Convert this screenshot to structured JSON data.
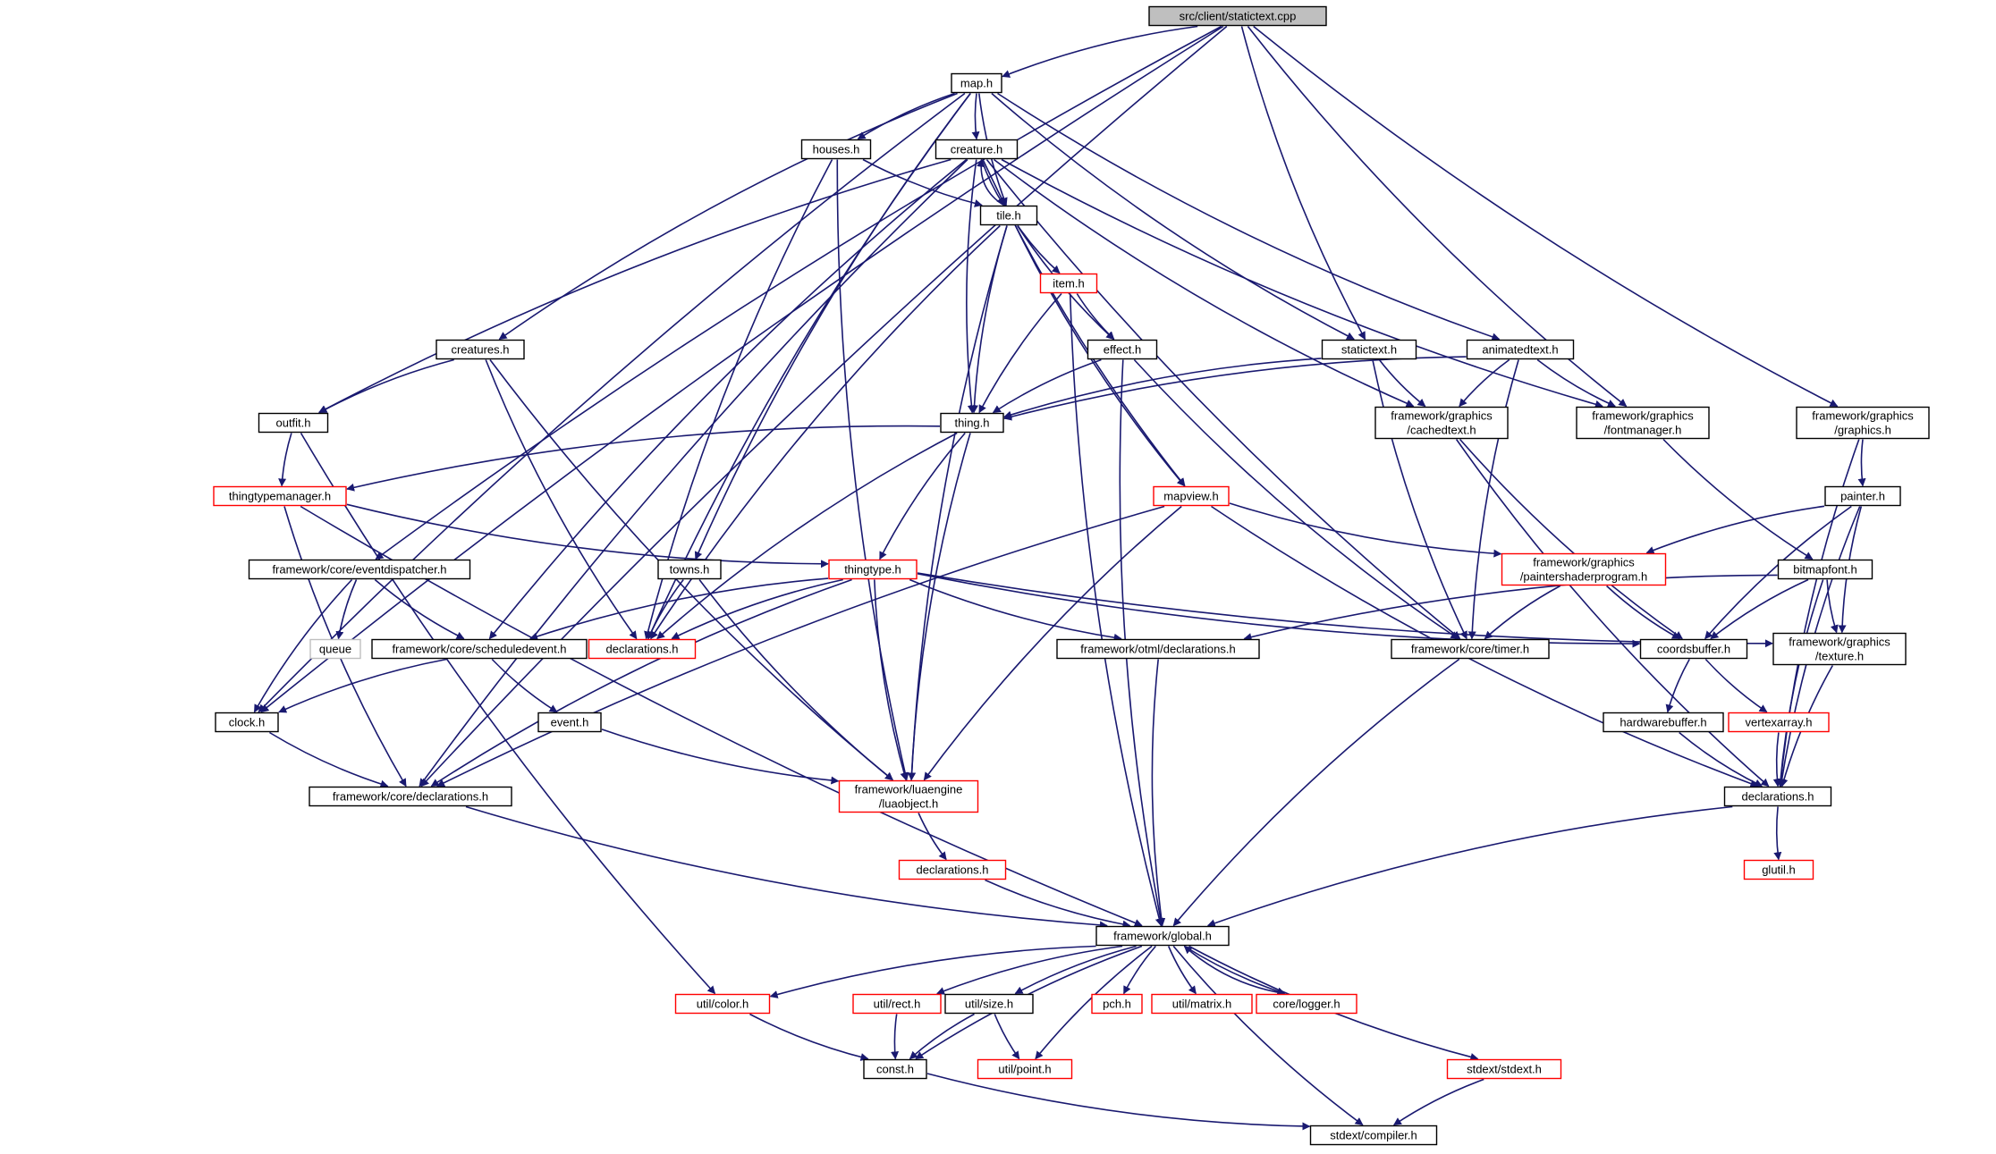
{
  "colors": {
    "edge": "#191970",
    "red_border": "#ff0000",
    "grey_border": "#bfbfbf",
    "root_fill": "#bfbfbf"
  },
  "nodes": [
    {
      "id": "root",
      "lines": [
        "src/client/statictext.cpp"
      ],
      "style": "root"
    },
    {
      "id": "map",
      "lines": [
        "map.h"
      ],
      "style": "black"
    },
    {
      "id": "houses",
      "lines": [
        "houses.h"
      ],
      "style": "black"
    },
    {
      "id": "creature",
      "lines": [
        "creature.h"
      ],
      "style": "black"
    },
    {
      "id": "tile",
      "lines": [
        "tile.h"
      ],
      "style": "black"
    },
    {
      "id": "item",
      "lines": [
        "item.h"
      ],
      "style": "red"
    },
    {
      "id": "creatures",
      "lines": [
        "creatures.h"
      ],
      "style": "black"
    },
    {
      "id": "effect",
      "lines": [
        "effect.h"
      ],
      "style": "black"
    },
    {
      "id": "statictext",
      "lines": [
        "statictext.h"
      ],
      "style": "black"
    },
    {
      "id": "animatedtext",
      "lines": [
        "animatedtext.h"
      ],
      "style": "black"
    },
    {
      "id": "outfit",
      "lines": [
        "outfit.h"
      ],
      "style": "black"
    },
    {
      "id": "thing",
      "lines": [
        "thing.h"
      ],
      "style": "black"
    },
    {
      "id": "cachedtext",
      "lines": [
        "framework/graphics",
        "/cachedtext.h"
      ],
      "style": "black"
    },
    {
      "id": "fontmanager",
      "lines": [
        "framework/graphics",
        "/fontmanager.h"
      ],
      "style": "black"
    },
    {
      "id": "graphics",
      "lines": [
        "framework/graphics",
        "/graphics.h"
      ],
      "style": "black"
    },
    {
      "id": "thingtypemanager",
      "lines": [
        "thingtypemanager.h"
      ],
      "style": "red"
    },
    {
      "id": "mapview",
      "lines": [
        "mapview.h"
      ],
      "style": "red"
    },
    {
      "id": "painter",
      "lines": [
        "painter.h"
      ],
      "style": "black"
    },
    {
      "id": "eventdispatcher",
      "lines": [
        "framework/core/eventdispatcher.h"
      ],
      "style": "black"
    },
    {
      "id": "towns",
      "lines": [
        "towns.h"
      ],
      "style": "black"
    },
    {
      "id": "thingtype",
      "lines": [
        "thingtype.h"
      ],
      "style": "red"
    },
    {
      "id": "paintershader",
      "lines": [
        "framework/graphics",
        "/paintershaderprogram.h"
      ],
      "style": "red"
    },
    {
      "id": "bitmapfont",
      "lines": [
        "bitmapfont.h"
      ],
      "style": "black"
    },
    {
      "id": "queue",
      "lines": [
        "queue"
      ],
      "style": "grey"
    },
    {
      "id": "scheduledevent",
      "lines": [
        "framework/core/scheduledevent.h"
      ],
      "style": "black"
    },
    {
      "id": "declarations_red",
      "lines": [
        "declarations.h"
      ],
      "style": "red"
    },
    {
      "id": "otmldecl",
      "lines": [
        "framework/otml/declarations.h"
      ],
      "style": "black"
    },
    {
      "id": "timer",
      "lines": [
        "framework/core/timer.h"
      ],
      "style": "black"
    },
    {
      "id": "coordsbuffer",
      "lines": [
        "coordsbuffer.h"
      ],
      "style": "black"
    },
    {
      "id": "texture",
      "lines": [
        "framework/graphics",
        "/texture.h"
      ],
      "style": "black"
    },
    {
      "id": "clock",
      "lines": [
        "clock.h"
      ],
      "style": "black"
    },
    {
      "id": "event",
      "lines": [
        "event.h"
      ],
      "style": "black"
    },
    {
      "id": "hardwarebuffer",
      "lines": [
        "hardwarebuffer.h"
      ],
      "style": "black"
    },
    {
      "id": "vertexarray",
      "lines": [
        "vertexarray.h"
      ],
      "style": "red"
    },
    {
      "id": "coredecl",
      "lines": [
        "framework/core/declarations.h"
      ],
      "style": "black"
    },
    {
      "id": "luaobject",
      "lines": [
        "framework/luaengine",
        "/luaobject.h"
      ],
      "style": "red"
    },
    {
      "id": "gfxdecl",
      "lines": [
        "declarations.h"
      ],
      "style": "black"
    },
    {
      "id": "luadecl",
      "lines": [
        "declarations.h"
      ],
      "style": "red"
    },
    {
      "id": "glutil",
      "lines": [
        "glutil.h"
      ],
      "style": "red"
    },
    {
      "id": "global",
      "lines": [
        "framework/global.h"
      ],
      "style": "black"
    },
    {
      "id": "color",
      "lines": [
        "util/color.h"
      ],
      "style": "red"
    },
    {
      "id": "rect",
      "lines": [
        "util/rect.h"
      ],
      "style": "red"
    },
    {
      "id": "size",
      "lines": [
        "util/size.h"
      ],
      "style": "black"
    },
    {
      "id": "pch",
      "lines": [
        "pch.h"
      ],
      "style": "red"
    },
    {
      "id": "matrix",
      "lines": [
        "util/matrix.h"
      ],
      "style": "red"
    },
    {
      "id": "logger",
      "lines": [
        "core/logger.h"
      ],
      "style": "red"
    },
    {
      "id": "const",
      "lines": [
        "const.h"
      ],
      "style": "black"
    },
    {
      "id": "point",
      "lines": [
        "util/point.h"
      ],
      "style": "red"
    },
    {
      "id": "stdext",
      "lines": [
        "stdext/stdext.h"
      ],
      "style": "red"
    },
    {
      "id": "compiler",
      "lines": [
        "stdext/compiler.h"
      ],
      "style": "black"
    }
  ],
  "edges": [
    [
      "root",
      "map"
    ],
    [
      "root",
      "statictext"
    ],
    [
      "root",
      "fontmanager"
    ],
    [
      "root",
      "graphics"
    ],
    [
      "root",
      "clock"
    ],
    [
      "root",
      "eventdispatcher"
    ],
    [
      "root",
      "coredecl"
    ],
    [
      "map",
      "houses"
    ],
    [
      "map",
      "creature"
    ],
    [
      "map",
      "tile"
    ],
    [
      "map",
      "creatures"
    ],
    [
      "map",
      "towns"
    ],
    [
      "map",
      "statictext"
    ],
    [
      "map",
      "animatedtext"
    ],
    [
      "map",
      "clock"
    ],
    [
      "map",
      "declarations_red"
    ],
    [
      "houses",
      "tile"
    ],
    [
      "houses",
      "luaobject"
    ],
    [
      "houses",
      "declarations_red"
    ],
    [
      "creature",
      "tile"
    ],
    [
      "creature",
      "thing"
    ],
    [
      "creature",
      "outfit"
    ],
    [
      "creature",
      "mapview"
    ],
    [
      "creature",
      "cachedtext"
    ],
    [
      "creature",
      "fontmanager"
    ],
    [
      "creature",
      "scheduledevent"
    ],
    [
      "creature",
      "timer"
    ],
    [
      "creature",
      "coredecl"
    ],
    [
      "tile",
      "creature"
    ],
    [
      "tile",
      "item"
    ],
    [
      "tile",
      "effect"
    ],
    [
      "tile",
      "thing"
    ],
    [
      "tile",
      "mapview"
    ],
    [
      "tile",
      "luaobject"
    ],
    [
      "tile",
      "declarations_red"
    ],
    [
      "item",
      "thing"
    ],
    [
      "item",
      "effect"
    ],
    [
      "item",
      "global"
    ],
    [
      "creatures",
      "outfit"
    ],
    [
      "creatures",
      "declarations_red"
    ],
    [
      "creatures",
      "luaobject"
    ],
    [
      "effect",
      "thing"
    ],
    [
      "effect",
      "timer"
    ],
    [
      "effect",
      "global"
    ],
    [
      "statictext",
      "thing"
    ],
    [
      "statictext",
      "cachedtext"
    ],
    [
      "statictext",
      "timer"
    ],
    [
      "animatedtext",
      "thing"
    ],
    [
      "animatedtext",
      "cachedtext"
    ],
    [
      "animatedtext",
      "fontmanager"
    ],
    [
      "animatedtext",
      "timer"
    ],
    [
      "outfit",
      "thingtypemanager"
    ],
    [
      "outfit",
      "color"
    ],
    [
      "thing",
      "thingtypemanager"
    ],
    [
      "thing",
      "thingtype"
    ],
    [
      "thing",
      "luaobject"
    ],
    [
      "thing",
      "declarations_red"
    ],
    [
      "cachedtext",
      "coordsbuffer"
    ],
    [
      "cachedtext",
      "gfxdecl"
    ],
    [
      "fontmanager",
      "bitmapfont"
    ],
    [
      "graphics",
      "painter"
    ],
    [
      "graphics",
      "gfxdecl"
    ],
    [
      "thingtypemanager",
      "thingtype"
    ],
    [
      "thingtypemanager",
      "coredecl"
    ],
    [
      "thingtypemanager",
      "global"
    ],
    [
      "mapview",
      "paintershader"
    ],
    [
      "mapview",
      "luaobject"
    ],
    [
      "mapview",
      "coredecl"
    ],
    [
      "mapview",
      "gfxdecl"
    ],
    [
      "painter",
      "paintershader"
    ],
    [
      "painter",
      "coordsbuffer"
    ],
    [
      "painter",
      "texture"
    ],
    [
      "painter",
      "gfxdecl"
    ],
    [
      "eventdispatcher",
      "queue"
    ],
    [
      "eventdispatcher",
      "scheduledevent"
    ],
    [
      "eventdispatcher",
      "clock"
    ],
    [
      "towns",
      "declarations_red"
    ],
    [
      "towns",
      "luaobject"
    ],
    [
      "thingtype",
      "declarations_red"
    ],
    [
      "thingtype",
      "scheduledevent"
    ],
    [
      "thingtype",
      "otmldecl"
    ],
    [
      "thingtype",
      "coordsbuffer"
    ],
    [
      "thingtype",
      "texture"
    ],
    [
      "thingtype",
      "luaobject"
    ],
    [
      "thingtype",
      "coredecl"
    ],
    [
      "paintershader",
      "coordsbuffer"
    ],
    [
      "paintershader",
      "timer"
    ],
    [
      "bitmapfont",
      "coordsbuffer"
    ],
    [
      "bitmapfont",
      "texture"
    ],
    [
      "bitmapfont",
      "otmldecl"
    ],
    [
      "bitmapfont",
      "gfxdecl"
    ],
    [
      "scheduledevent",
      "clock"
    ],
    [
      "scheduledevent",
      "event"
    ],
    [
      "otmldecl",
      "global"
    ],
    [
      "timer",
      "global"
    ],
    [
      "coordsbuffer",
      "hardwarebuffer"
    ],
    [
      "coordsbuffer",
      "vertexarray"
    ],
    [
      "texture",
      "gfxdecl"
    ],
    [
      "clock",
      "coredecl"
    ],
    [
      "event",
      "luaobject"
    ],
    [
      "hardwarebuffer",
      "gfxdecl"
    ],
    [
      "vertexarray",
      "gfxdecl"
    ],
    [
      "coredecl",
      "global"
    ],
    [
      "luaobject",
      "luadecl"
    ],
    [
      "gfxdecl",
      "glutil"
    ],
    [
      "gfxdecl",
      "global"
    ],
    [
      "luadecl",
      "global"
    ],
    [
      "global",
      "color"
    ],
    [
      "global",
      "rect"
    ],
    [
      "global",
      "size"
    ],
    [
      "global",
      "pch"
    ],
    [
      "global",
      "matrix"
    ],
    [
      "global",
      "logger"
    ],
    [
      "global",
      "const"
    ],
    [
      "global",
      "point"
    ],
    [
      "global",
      "stdext"
    ],
    [
      "global",
      "compiler"
    ],
    [
      "logger",
      "global"
    ],
    [
      "color",
      "const"
    ],
    [
      "rect",
      "const"
    ],
    [
      "size",
      "const"
    ],
    [
      "size",
      "point"
    ],
    [
      "const",
      "compiler"
    ],
    [
      "stdext",
      "compiler"
    ]
  ]
}
